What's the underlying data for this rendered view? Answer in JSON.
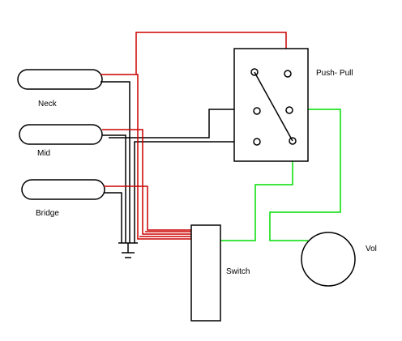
{
  "labels": {
    "neck": "Neck",
    "mid": "Mid",
    "bridge": "Bridge",
    "push_pull": "Push- Pull",
    "switch": "Switch",
    "vol": "Vol"
  },
  "colors": {
    "background": "#ffffff",
    "hot_wire": "#cc0000",
    "ground_wire": "#000000",
    "output_wire": "#00dd00",
    "outline": "#000000"
  }
}
